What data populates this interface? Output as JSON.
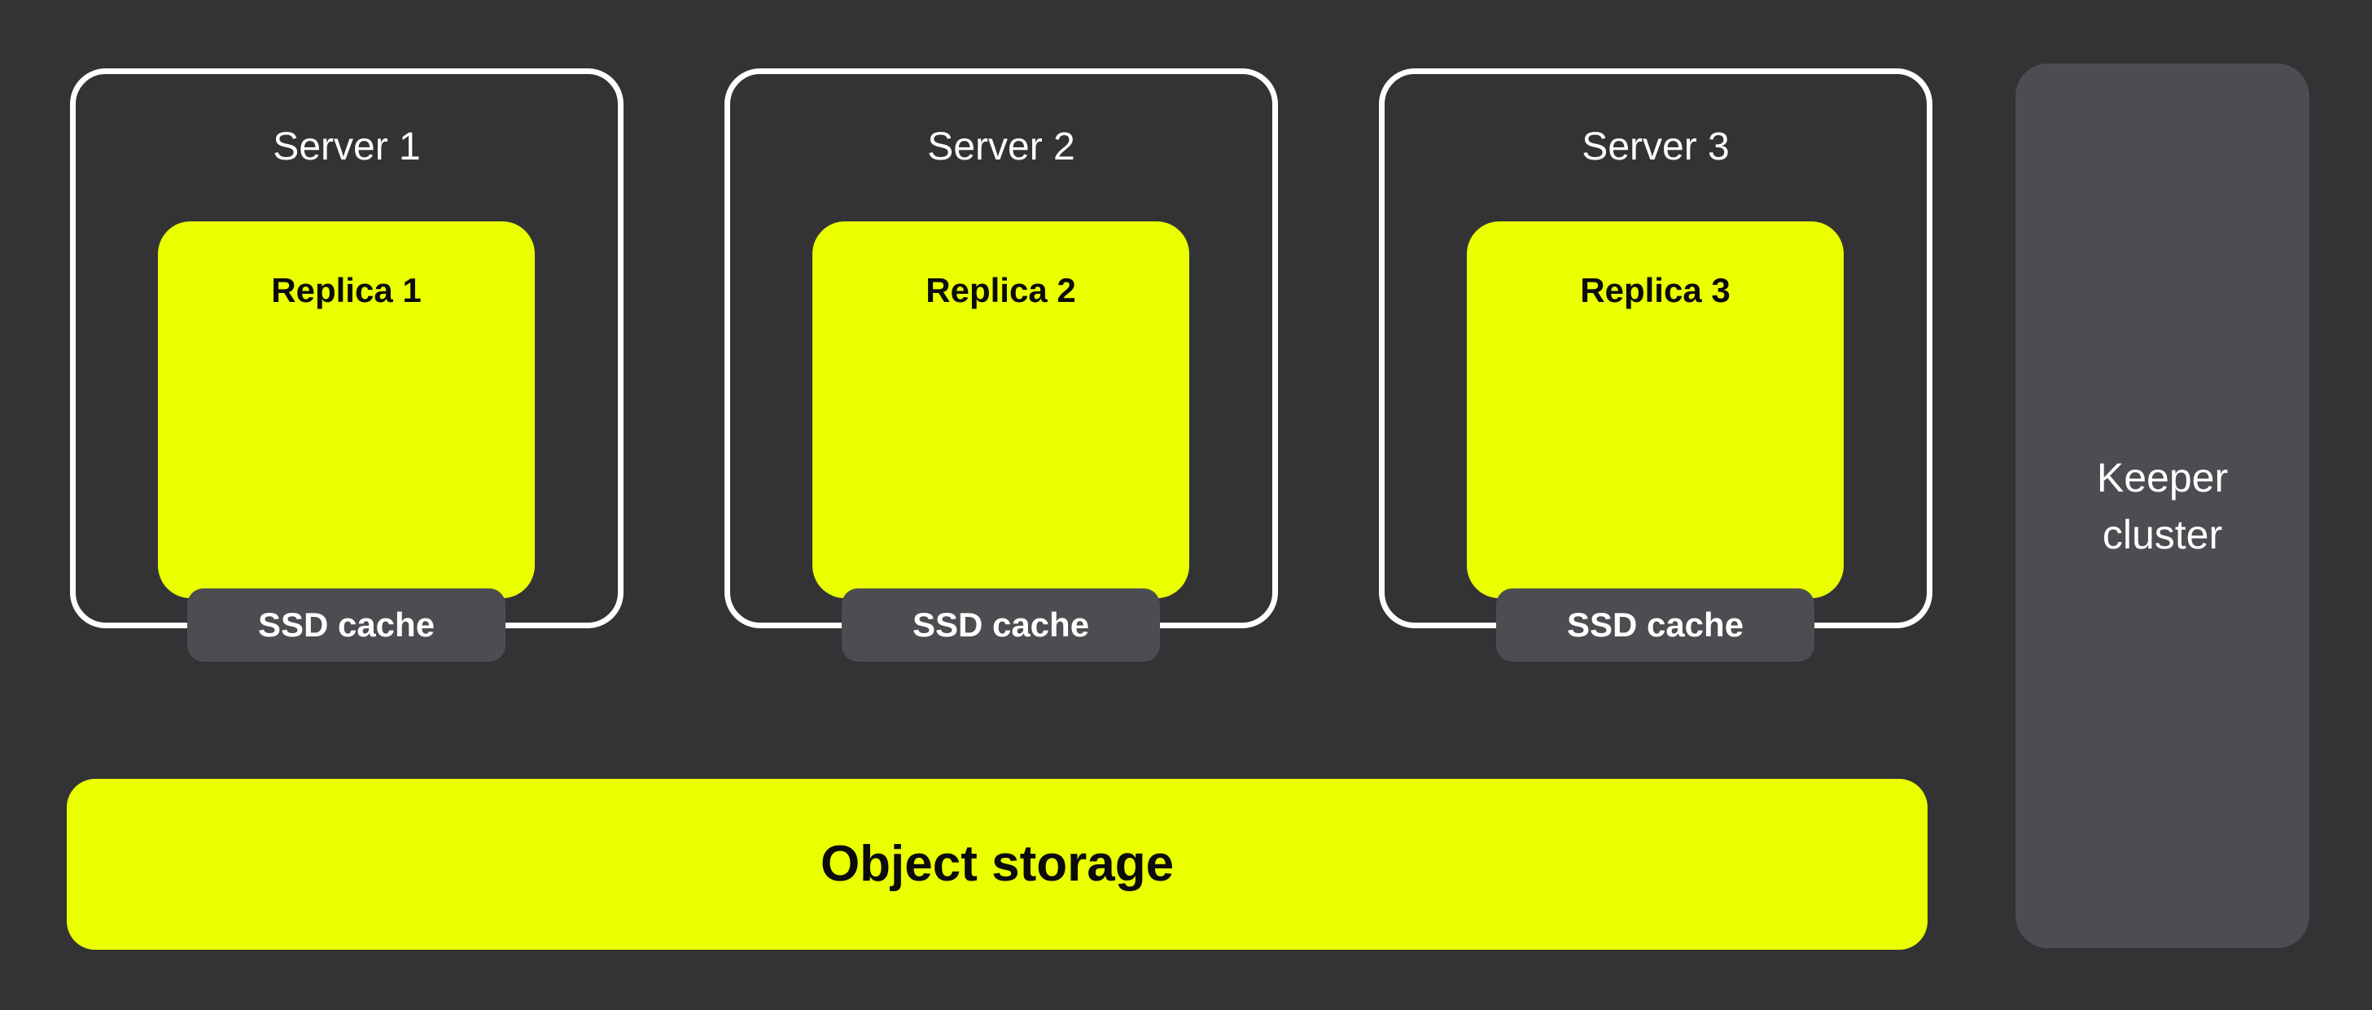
{
  "colors": {
    "background": "#333336",
    "accent_yellow": "#EAFF00",
    "panel_gray": "#4B4D50",
    "outline_white": "#FFFFFF",
    "dark_text": "#0B0B0B"
  },
  "servers": [
    {
      "title": "Server 1",
      "replica_label": "Replica 1",
      "cache_label": "SSD cache"
    },
    {
      "title": "Server 2",
      "replica_label": "Replica 2",
      "cache_label": "SSD cache"
    },
    {
      "title": "Server 3",
      "replica_label": "Replica 3",
      "cache_label": "SSD cache"
    }
  ],
  "keeper": {
    "label": "Keeper cluster"
  },
  "object_storage": {
    "label": "Object storage"
  }
}
